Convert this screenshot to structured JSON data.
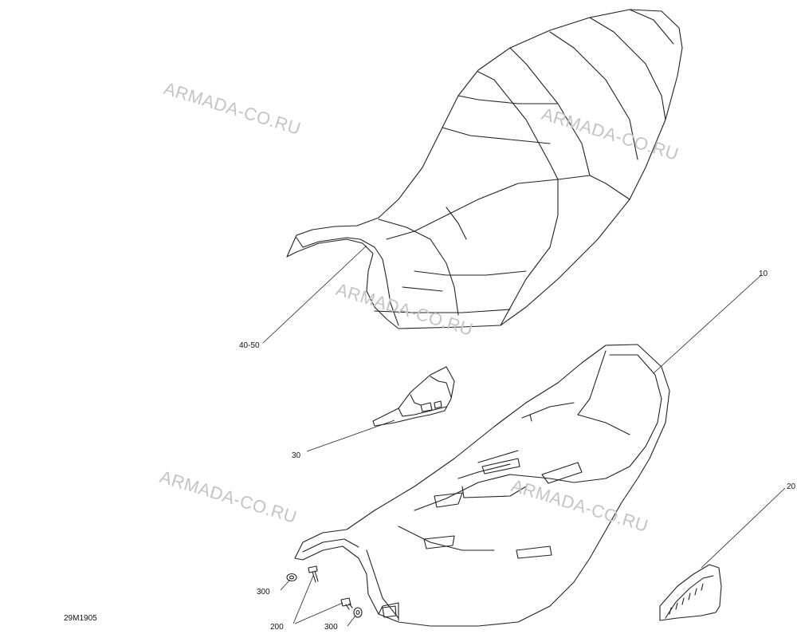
{
  "watermark": "ARMADA-CO.RU",
  "callouts": {
    "c10": "10",
    "c20": "20",
    "c30": "30",
    "c40_50": "40-50",
    "c200": "200",
    "c300a": "300",
    "c300b": "300"
  },
  "drawing_ref": "29M1905"
}
